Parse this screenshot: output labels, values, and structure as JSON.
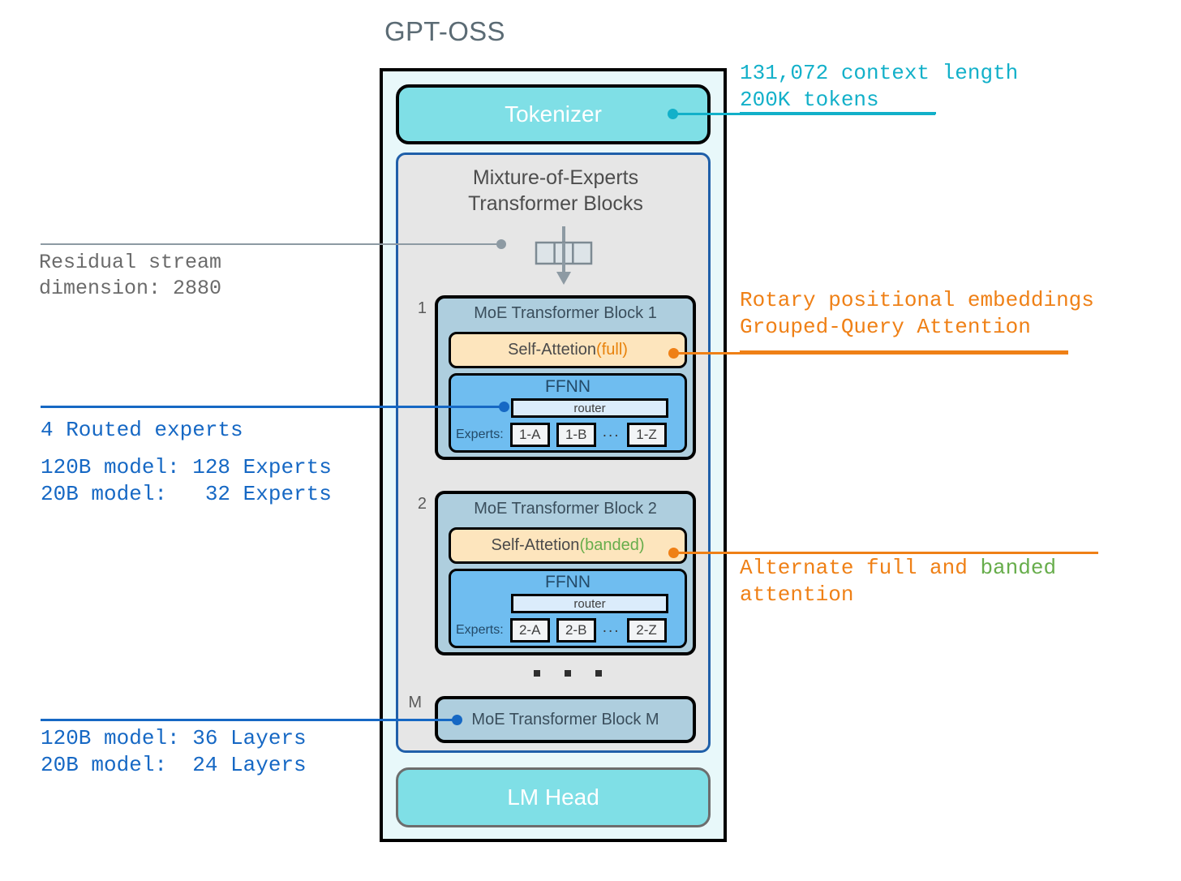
{
  "title": "GPT-OSS",
  "model": {
    "tokenizer_label": "Tokenizer",
    "lm_head_label": "LM Head",
    "moe_group_title": "Mixture-of-Experts\nTransformer Blocks",
    "blocks": [
      {
        "index_label": "1",
        "title": "MoE Transformer Block 1",
        "attention_label": "Self-Attetion ",
        "attention_mode": "(full)",
        "ffnn_label": "FFNN",
        "router_label": "router",
        "experts_label": "Experts:",
        "experts": [
          "1-A",
          "1-B",
          "1-Z"
        ],
        "experts_ellipsis": "..."
      },
      {
        "index_label": "2",
        "title": "MoE Transformer Block 2",
        "attention_label": "Self-Attetion ",
        "attention_mode": "(banded)",
        "ffnn_label": "FFNN",
        "router_label": "router",
        "experts_label": "Experts:",
        "experts": [
          "2-A",
          "2-B",
          "2-Z"
        ],
        "experts_ellipsis": "..."
      },
      {
        "index_label": "M",
        "title": "MoE Transformer Block M"
      }
    ]
  },
  "annotations": {
    "context": "131,072 context length\n200K tokens",
    "residual": "Residual stream\ndimension: 2880",
    "attention": "Rotary positional embeddings\nGrouped-Query Attention",
    "experts_routed": "4 Routed experts",
    "experts_counts": "120B model: 128 Experts\n20B model:   32 Experts",
    "alternate_prefix": "Alternate full and ",
    "alternate_banded": "banded",
    "alternate_suffix": "\nattention",
    "layers": "120B model: 36 Layers\n20B model:  24 Layers"
  },
  "colors": {
    "cyan": "#12b0c9",
    "orange": "#ef8016",
    "green": "#67ad4b",
    "blue": "#1668c4",
    "gray": "#6b6b6b",
    "tokenizer_fill": "#7fdfe6",
    "ffnn_fill": "#6fbdf0",
    "attention_fill": "#fde5bd",
    "block_fill": "#aecede",
    "group_fill": "#e6e6e6",
    "container_fill": "#e8f8fa"
  }
}
